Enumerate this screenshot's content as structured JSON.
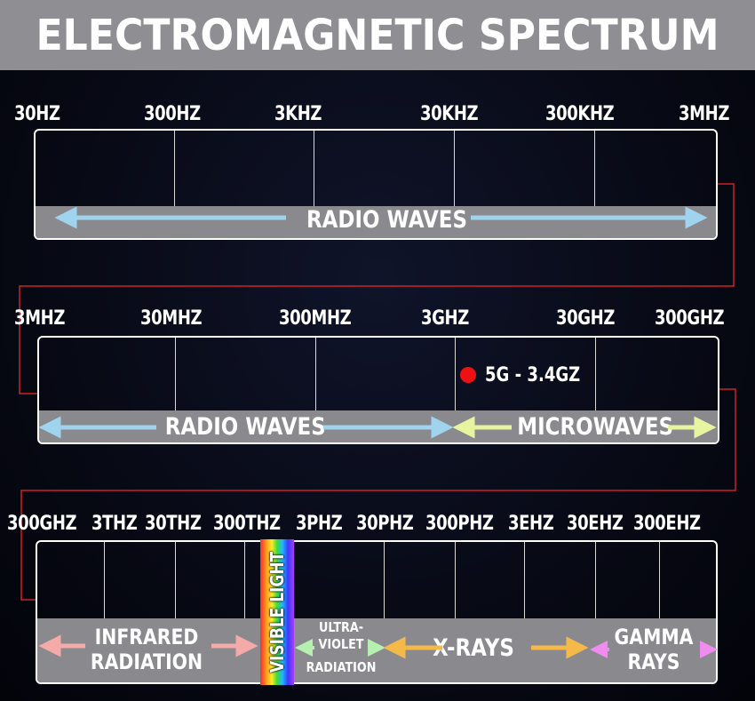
{
  "title": "ELECTROMAGNETIC SPECTRUM",
  "row1": {
    "freqs": [
      "30HZ",
      "300HZ",
      "3KHZ",
      "30KHZ",
      "300KHZ",
      "3MHZ"
    ],
    "band": "RADIO WAVES"
  },
  "row2": {
    "freqs": [
      "3MHZ",
      "30MHZ",
      "300MHZ",
      "3GHZ",
      "30GHZ",
      "300GHZ"
    ],
    "bands": [
      "RADIO WAVES",
      "MICROWAVES"
    ],
    "marker": "5G - 3.4GZ"
  },
  "row3": {
    "freqs": [
      "300GHZ",
      "3THZ",
      "30THZ",
      "300THZ",
      "3PHZ",
      "30PHZ",
      "300PHZ",
      "3EHZ",
      "30EHZ",
      "300EHZ"
    ],
    "bands": {
      "infrared_1": "INFRARED",
      "infrared_2": "RADIATION",
      "visible": "VISIBLE LIGHT",
      "uv_1": "ULTRA-",
      "uv_2": "VIOLET",
      "uv_3": "RADIATION",
      "xrays": "X-RAYS",
      "gamma_1": "GAMMA",
      "gamma_2": "RAYS"
    }
  },
  "colors": {
    "title_bar": "#8f8f93",
    "radio_arrow": "#9fd3ee",
    "microwave_arrow": "#e8f5a0",
    "infrared_arrow": "#f4aaa8",
    "uv_arrow": "#b6f0b0",
    "xray_arrow": "#f5b94a",
    "gamma_arrow": "#f08bf0",
    "connector": "#cc2222",
    "marker_dot": "#ee1111"
  }
}
